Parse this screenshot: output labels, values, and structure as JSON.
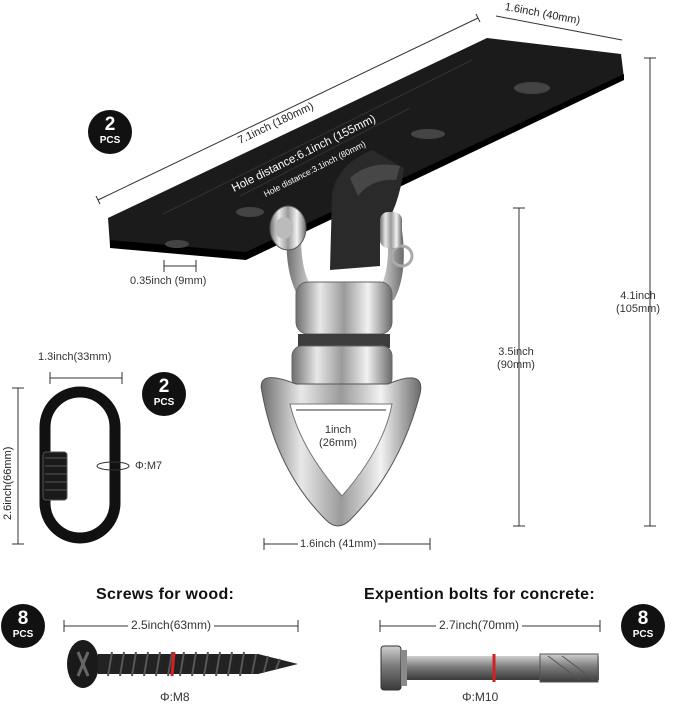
{
  "badges": {
    "hook": {
      "qty": "2",
      "unit": "PCS"
    },
    "carabiner": {
      "qty": "2",
      "unit": "PCS"
    },
    "screws": {
      "qty": "8",
      "unit": "PCS"
    },
    "bolts": {
      "qty": "8",
      "unit": "PCS"
    }
  },
  "plate": {
    "length": "7.1inch (180mm)",
    "width": "1.6inch (40mm)",
    "hole_distance_outer": "Hole distance:6.1inch (155mm)",
    "hole_distance_inner": "Hole distance:3.1inch (80mm)",
    "hole_diameter": "0.35inch (9mm)"
  },
  "hook": {
    "total_height_in": "4.1inch",
    "total_height_mm": "(105mm)",
    "swivel_height_in": "3.5inch",
    "swivel_height_mm": "(90mm)",
    "ring_inner_in": "1inch",
    "ring_inner_mm": "(26mm)",
    "ring_width": "1.6inch (41mm)"
  },
  "carabiner": {
    "width": "1.3inch(33mm)",
    "height": "2.6inch(66mm)",
    "thread": "Φ:M7"
  },
  "screws": {
    "heading": "Screws for wood:",
    "length": "2.5inch(63mm)",
    "thread": "Φ:M8"
  },
  "bolts": {
    "heading": "Expention bolts for concrete:",
    "length": "2.7inch(70mm)",
    "thread": "Φ:M10"
  }
}
